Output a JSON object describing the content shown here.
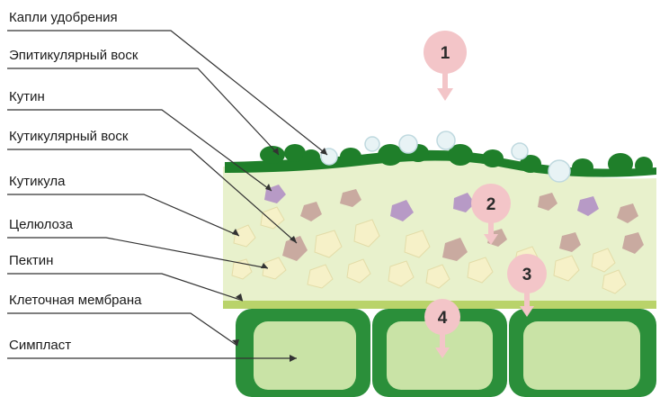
{
  "labels": {
    "fertilizer_drops": "Капли удобрения",
    "epicuticular_wax": "Эпитикулярный воск",
    "cutin": "Кутин",
    "cuticular_wax": "Кутикулярный воск",
    "cuticle": "Кутикула",
    "cellulose": "Целюлоза",
    "pectin": "Пектин",
    "cell_membrane": "Клеточная мембрана",
    "symplast": "Симпласт"
  },
  "markers": {
    "m1": "1",
    "m2": "2",
    "m3": "3",
    "m4": "4"
  },
  "colors": {
    "wax_green": "#1f7f2a",
    "cell_wall": "#2b8f3a",
    "cell_inner": "#c9e3a6",
    "cuticle_bg": "#e8f1cc",
    "cutin": "#b79ac6",
    "cuticular_wax": "#c9aaa0",
    "cellulose": "#f6f1c8",
    "pectin_band": "#b9d36a",
    "marker": "#f3c5c8",
    "drop": "#e8f3f5"
  }
}
